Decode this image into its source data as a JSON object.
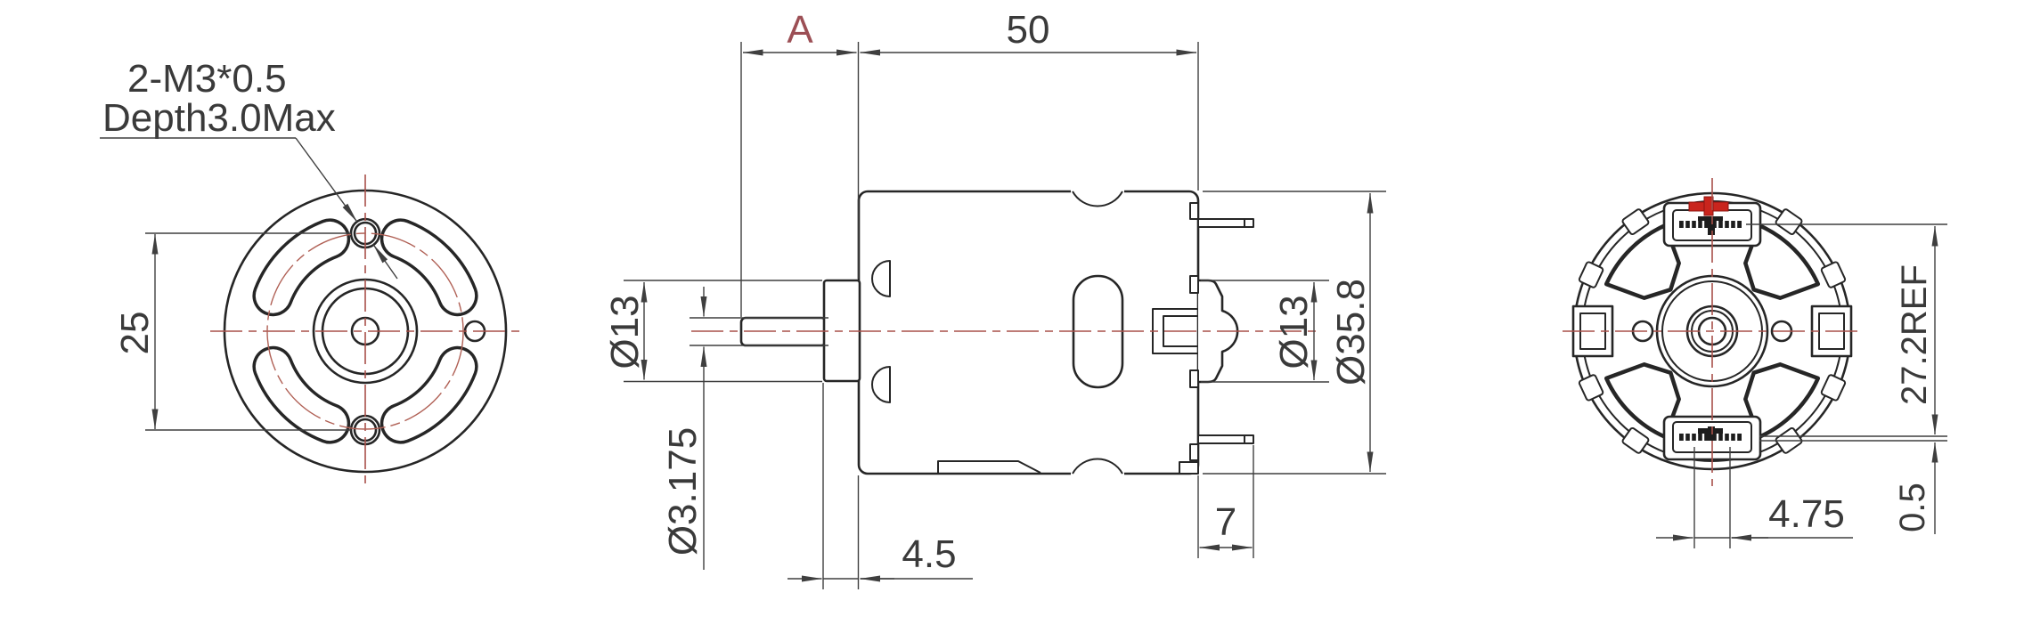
{
  "colors": {
    "background": "#ffffff",
    "outline": "#262626",
    "dimension_lines": "#3f3f3f",
    "centerline_red": "#a8504a",
    "polarity_mark_red": "#c9251d",
    "variable_dim_red": "#9c4f55"
  },
  "front_view": {
    "thread_callout_line1": "2-M3*0.5",
    "thread_callout_line2": "Depth3.0Max",
    "dim_mounting_hole_spacing": "25"
  },
  "side_view": {
    "dim_shaft_protrusion": "A",
    "dim_body_length": "50",
    "dim_front_boss_diameter": "Ø13",
    "dim_shaft_diameter": "Ø3.175",
    "dim_front_boss_length": "4.5",
    "dim_terminal_length": "7",
    "dim_rear_boss_diameter": "Ø13",
    "dim_body_diameter": "Ø35.8"
  },
  "rear_view": {
    "dim_terminal_span": "27.2REF",
    "dim_terminal_width": "4.75",
    "dim_terminal_thickness": "0.5"
  }
}
